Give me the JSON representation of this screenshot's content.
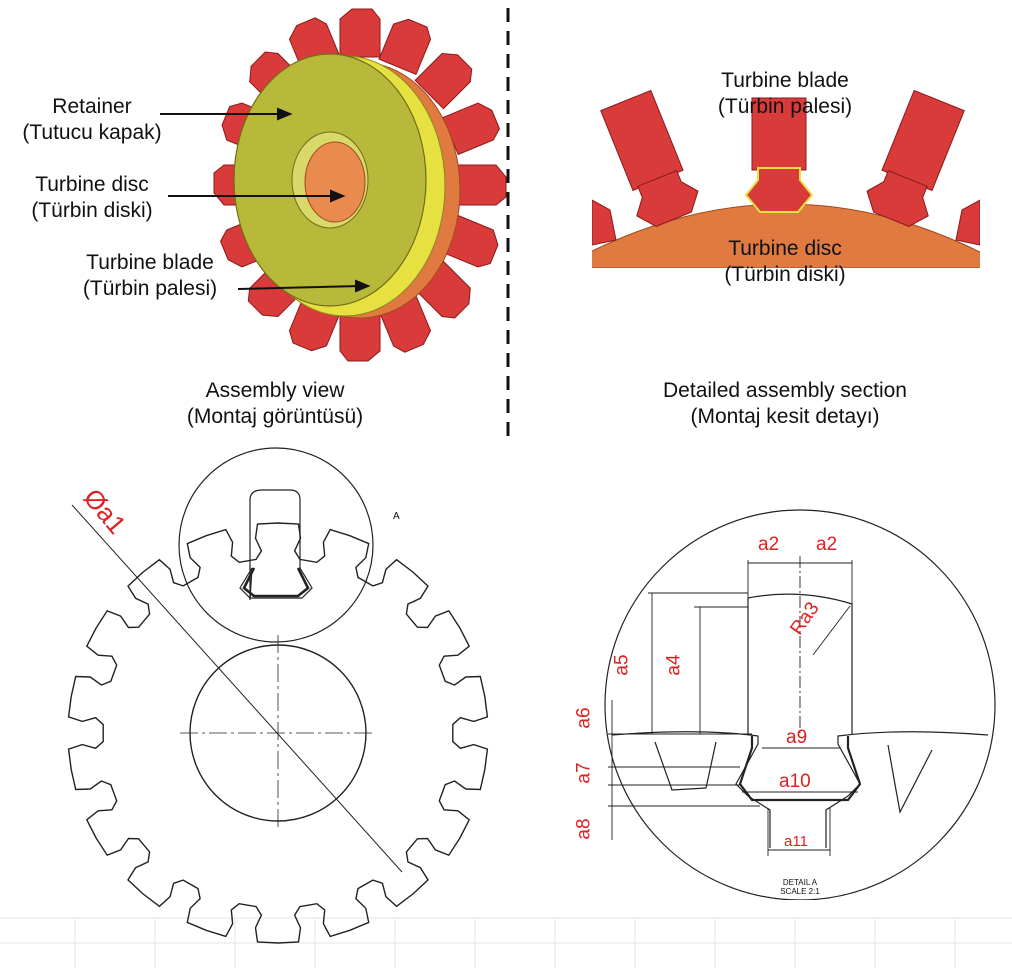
{
  "assembly": {
    "retainer_label": "Retainer",
    "retainer_label_tr": "(Tutucu kapak)",
    "disc_label": "Turbine disc",
    "disc_label_tr": "(Türbin diski)",
    "blade_label": "Turbine blade",
    "blade_label_tr": "(Türbin palesi)",
    "caption": "Assembly view",
    "caption_tr": "(Montaj görüntüsü)"
  },
  "section": {
    "blade_label": "Turbine blade",
    "blade_label_tr": "(Türbin palesi)",
    "disc_label": "Turbine disc",
    "disc_label_tr": "(Türbin diski)",
    "caption": "Detailed assembly section",
    "caption_tr": "(Montaj kesit detayı)"
  },
  "drawing": {
    "diameter_label": "Øa1",
    "detail_marker": "A",
    "dims": {
      "a2_left": "a2",
      "a2_right": "a2",
      "a3": "Ra3",
      "a4": "a4",
      "a5": "a5",
      "a6": "a6",
      "a7": "a7",
      "a8": "a8",
      "a9": "a9",
      "a10": "a10",
      "a11": "a11"
    },
    "detail_title": "DETAIL A",
    "detail_scale": "SCALE 2:1"
  },
  "colors": {
    "blade": "#d93a3a",
    "disc": "#e07a40",
    "retainer": "#b8b83a",
    "dimension": "#e02020"
  }
}
